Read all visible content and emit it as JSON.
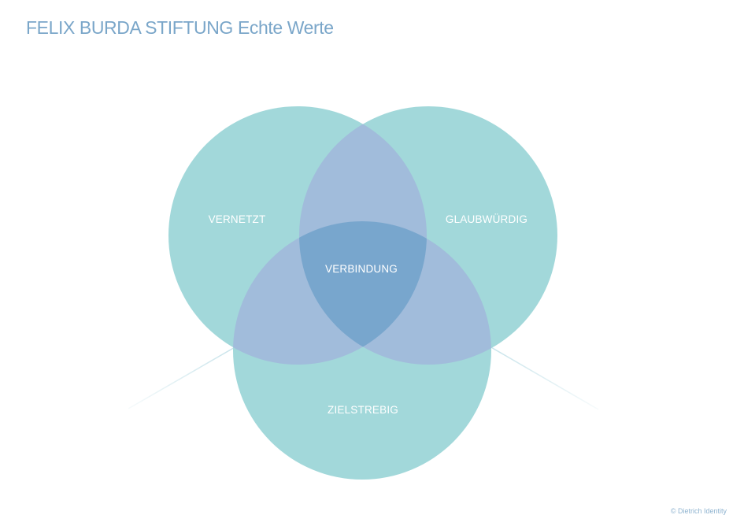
{
  "header": {
    "title_strong": "FELIX BURDA STIFTUNG",
    "title_light": "Echte Werte"
  },
  "diagram": {
    "circles": [
      {
        "label": "VERNETZT"
      },
      {
        "label": "GLAUBWÜRDIG"
      },
      {
        "label": "ZIELSTREBIG"
      }
    ],
    "center_label": "VERBINDUNG"
  },
  "colors": {
    "circle_fill": "#a2d8da",
    "overlap_two": "#a1bcdb",
    "overlap_three": "#78a6cd",
    "axis_line": "#cfe4ea",
    "title": "#7aa6c9"
  },
  "footer": {
    "copyright": "© Dietrich Identity"
  }
}
